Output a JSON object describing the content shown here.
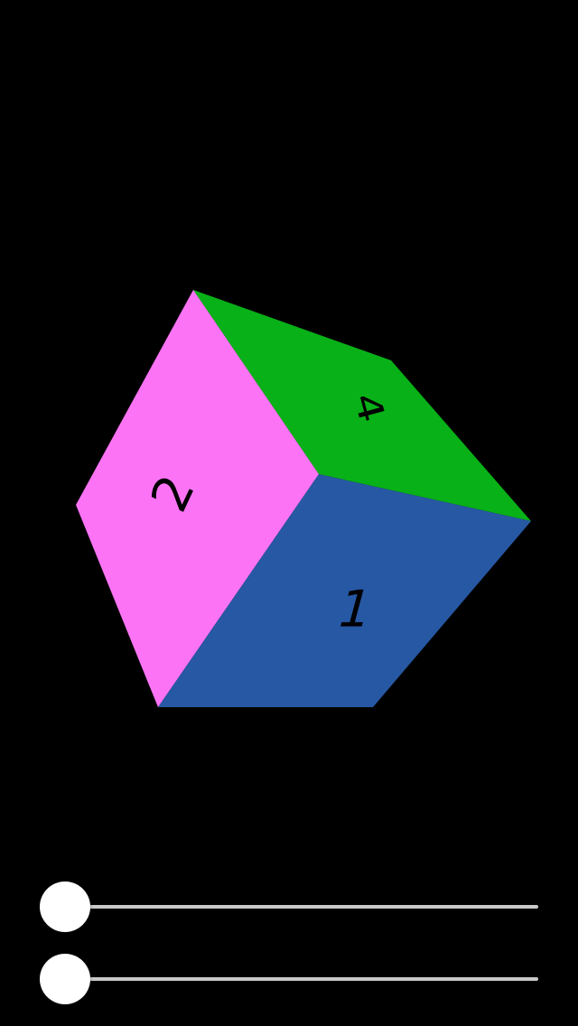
{
  "cube": {
    "faces": [
      {
        "id": "front",
        "label": "1",
        "color": "#2758a4"
      },
      {
        "id": "left",
        "label": "2",
        "color": "#fc74f5"
      },
      {
        "id": "top",
        "label": "4",
        "color": "#08b117"
      }
    ]
  },
  "sliders": [
    {
      "id": "rotation-slider-1",
      "value": 0.0
    },
    {
      "id": "rotation-slider-2",
      "value": 0.0
    }
  ]
}
